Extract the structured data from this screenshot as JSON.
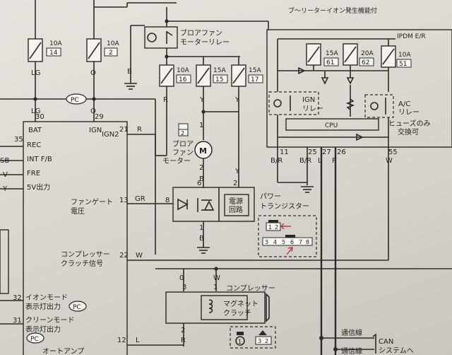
{
  "header": {
    "fragment": "ブ〜リーターイオン発生機能付"
  },
  "ipdm": {
    "label": "IPDM E/R",
    "cpu": "CPU"
  },
  "fuses": [
    {
      "id": "f14",
      "amp": "10A",
      "num": "14"
    },
    {
      "id": "f2",
      "amp": "10A",
      "num": "2"
    },
    {
      "id": "f16",
      "amp": "10A",
      "num": "16"
    },
    {
      "id": "f15",
      "amp": "15A",
      "num": "15"
    },
    {
      "id": "f17",
      "amp": "15A",
      "num": "17"
    },
    {
      "id": "f61",
      "amp": "15A",
      "num": "61"
    },
    {
      "id": "f62",
      "amp": "20A",
      "num": "62"
    },
    {
      "id": "f51",
      "amp": "10A",
      "num": "51"
    }
  ],
  "relays": {
    "blower": [
      "ブロアファン",
      "モーターリレー"
    ],
    "ign": [
      "IGN",
      "リレー"
    ],
    "ac": [
      "A/C",
      "リレー"
    ]
  },
  "fuse_note": [
    "ヒューズのみ",
    "交換可"
  ],
  "wire_colors": {
    "lg": "LG",
    "o": "O",
    "b": "B",
    "r": "R",
    "y": "Y",
    "gr": "GR",
    "w": "W",
    "l": "L",
    "p": "P",
    "br": "B/R"
  },
  "amp_unit": {
    "pins": [
      "30",
      "29",
      "21",
      "35",
      "13",
      "22",
      "32",
      "31",
      "12"
    ],
    "pin_labels": {
      "bat": "BAT",
      "ign": "IGN",
      "ign2": "IGN2",
      "rec": "REC",
      "intfb": "INT F/B",
      "fre": "FRE",
      "v5": "5V出力",
      "fan_gate": [
        "ファンゲート",
        "電圧"
      ],
      "comp": [
        "コンプレッサー",
        "クラッチ信号"
      ],
      "ion": [
        "イオンモード",
        "表示灯出力"
      ],
      "clean": [
        "クリーンモード",
        "表示灯出力"
      ]
    },
    "left_edge": [
      "SB",
      "V",
      "Y"
    ],
    "bottom_text": "オートアンプ"
  },
  "pc": "PC",
  "blower_motor": {
    "symbol": "M",
    "label": [
      "ブロア",
      "ファン",
      "モーター"
    ]
  },
  "transistor": {
    "label": [
      "パワー",
      "トランジスター"
    ],
    "circuit": [
      "電源",
      "回路"
    ],
    "connector_top": [
      "1",
      "2"
    ],
    "connector_bottom": [
      "3",
      "4",
      "5",
      "6",
      "7",
      "8"
    ],
    "pins": [
      "8",
      "2",
      "6",
      "1",
      "3"
    ]
  },
  "compressor": {
    "label": "コンプレッサー",
    "clutch": [
      "マグネット",
      "クラッチ"
    ],
    "pins": [
      "3",
      "2"
    ]
  },
  "ipdm_pins": [
    "11",
    "25",
    "27",
    "26",
    "55"
  ],
  "misc_numbers": [
    "1",
    "2",
    "0",
    "1",
    "3",
    "2"
  ],
  "comm": {
    "line1": "通信線",
    "line2": "通信線",
    "can": [
      "CAN",
      "システムへ"
    ]
  }
}
